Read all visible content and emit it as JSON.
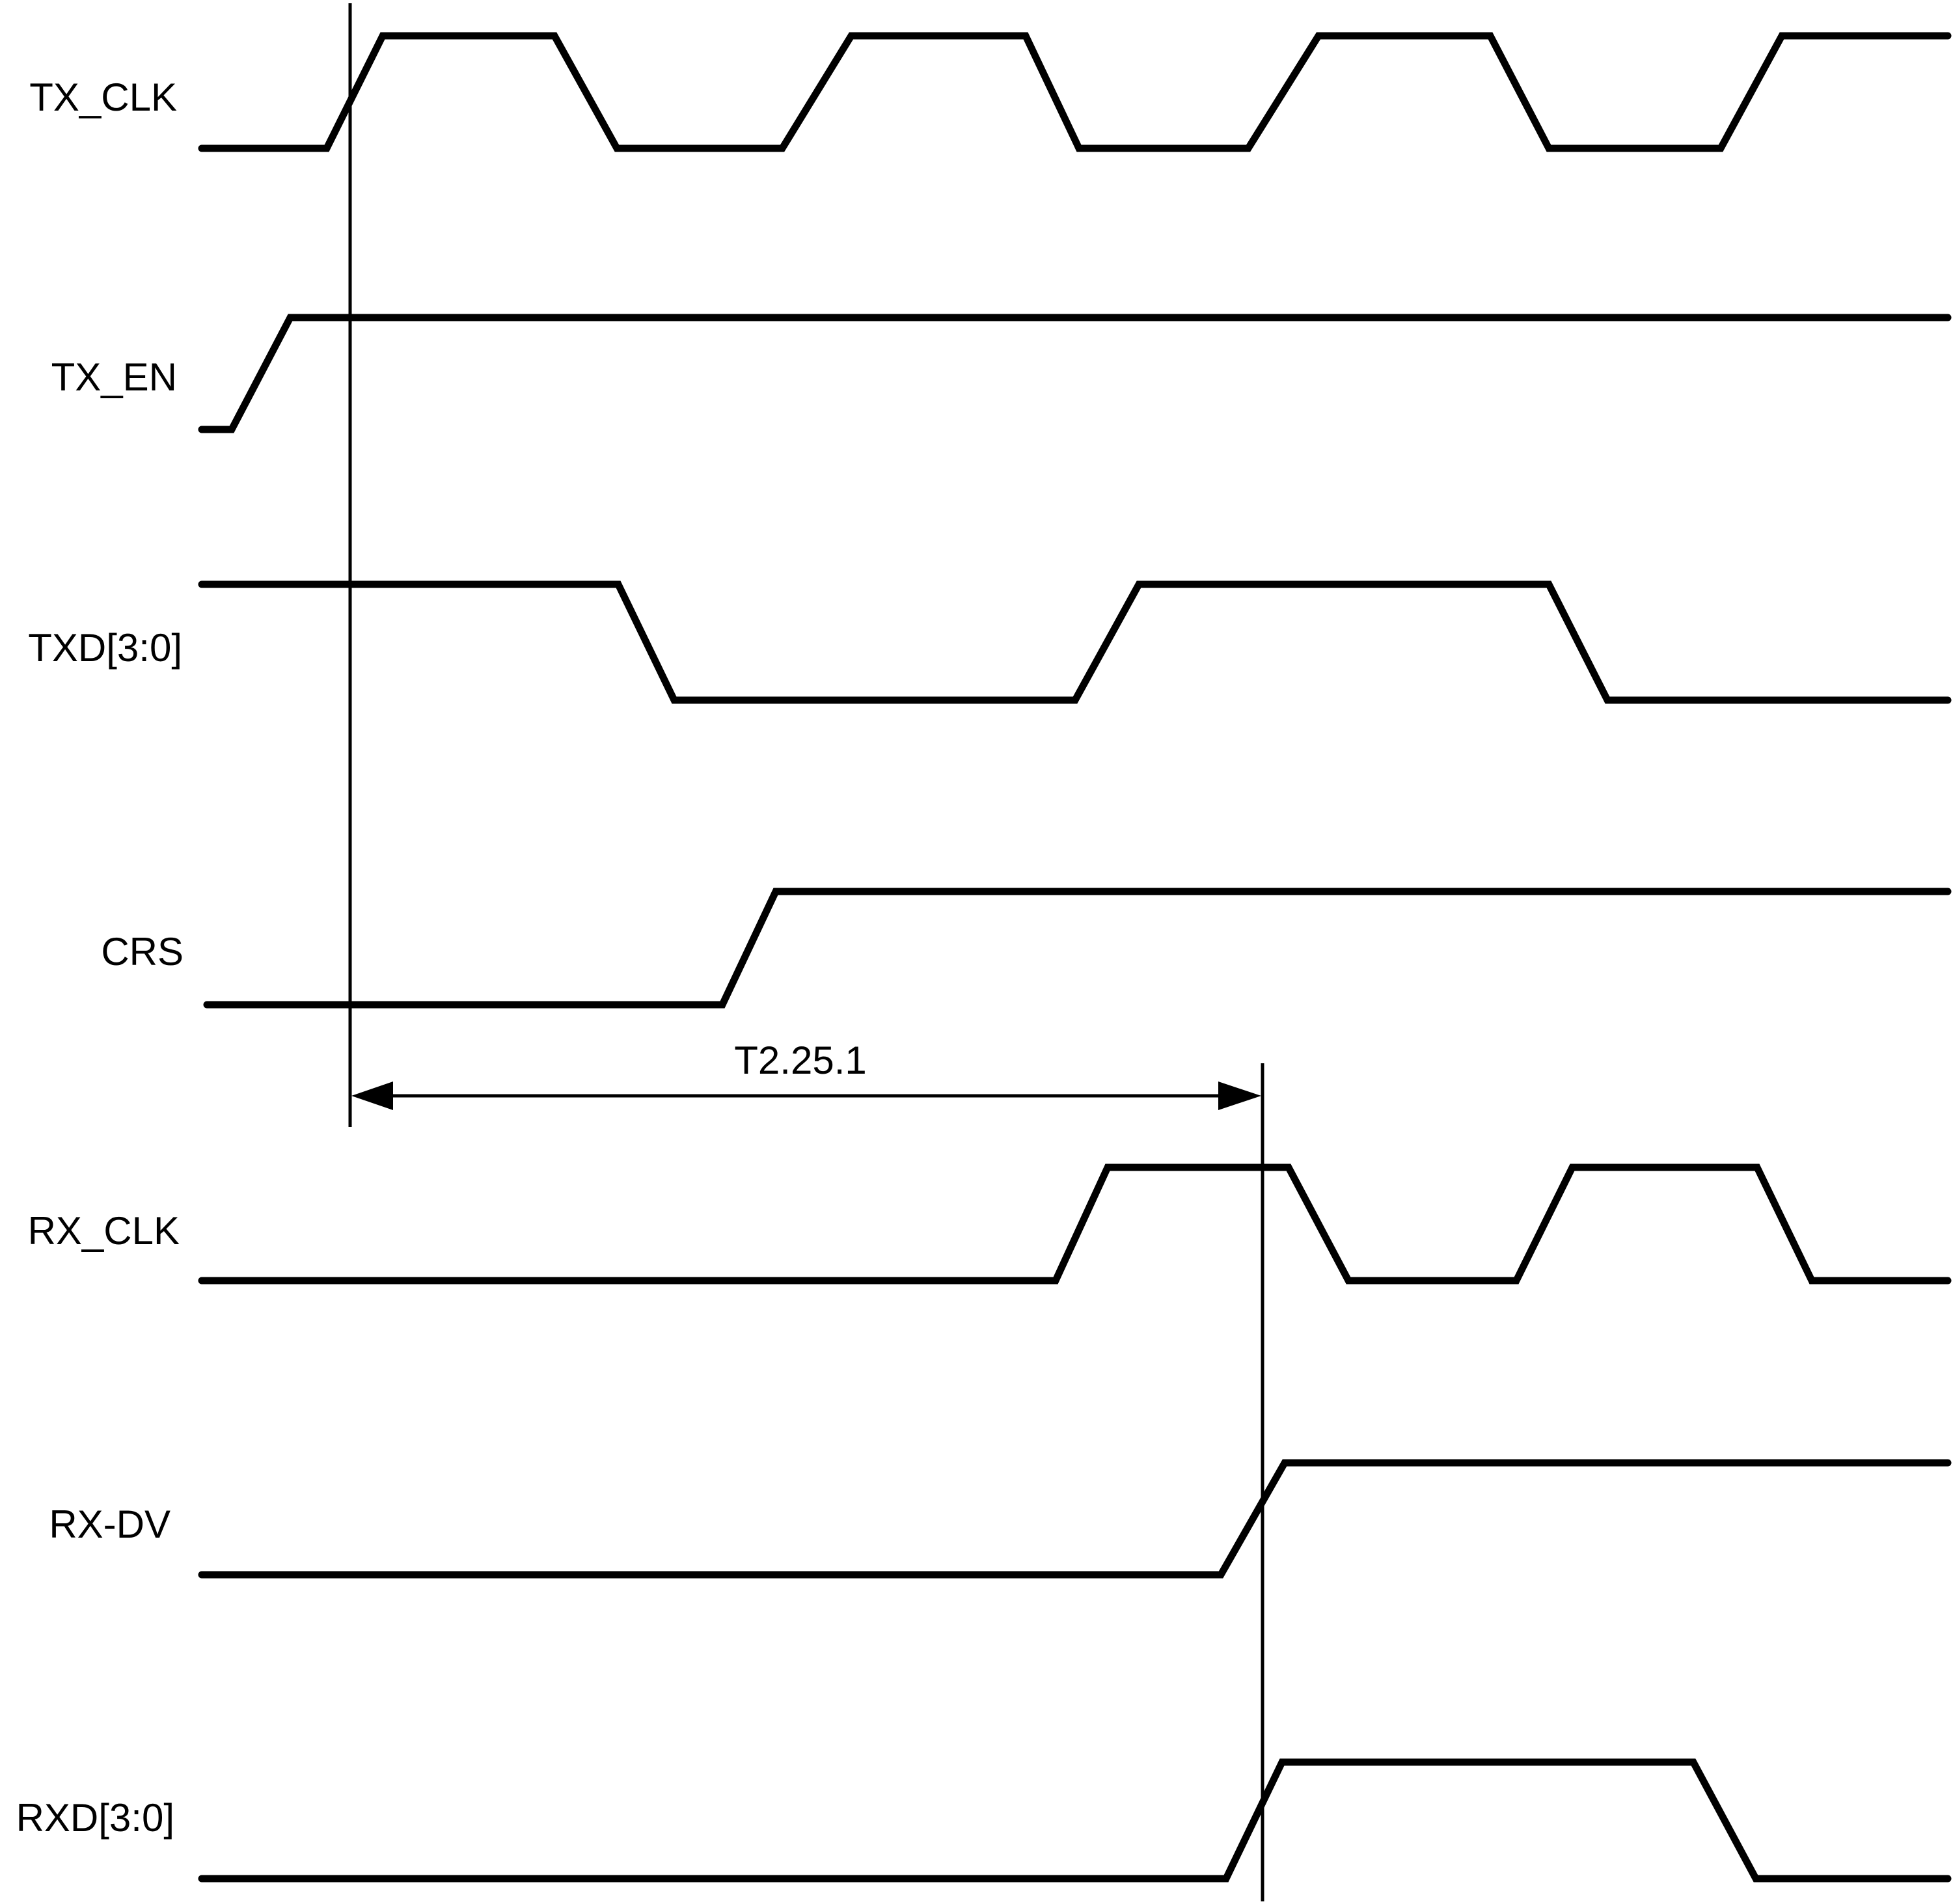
{
  "diagram": {
    "signals": [
      {
        "name": "TX_CLK"
      },
      {
        "name": "TX_EN"
      },
      {
        "name": "TXD[3:0]"
      },
      {
        "name": "CRS"
      },
      {
        "name": "RX_CLK"
      },
      {
        "name": "RX-DV"
      },
      {
        "name": "RXD[3:0]"
      }
    ],
    "timing_parameter": {
      "label": "T2.25.1"
    }
  }
}
